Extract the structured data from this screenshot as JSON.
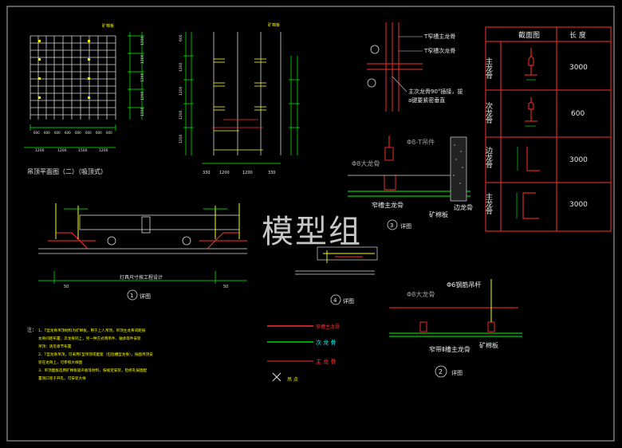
{
  "watermark": "模型组",
  "plan": {
    "title": "吊顶平面图（二）（吸顶式）",
    "top_label": "矿棉板",
    "dims": [
      "600",
      "600",
      "600",
      "600",
      "600",
      "600",
      "600",
      "600"
    ],
    "bottom_dims": [
      "1200",
      "1200",
      "1500",
      "1200"
    ],
    "side_dims": [
      "1200",
      "1200",
      "1200",
      "1200",
      "1200"
    ]
  },
  "elev": {
    "top_label": "矿棉板",
    "side_dims": [
      "600",
      "1200",
      "1200",
      "1200",
      "1200"
    ],
    "bottom_dims": [
      "330",
      "1200",
      "1200",
      "330"
    ]
  },
  "joint": {
    "labels": [
      "T窄槽主龙骨",
      "T窄槽次龙骨",
      "主次龙骨90°插接，拔",
      "a键要紧密垂直"
    ]
  },
  "table": {
    "headers": [
      "截面图",
      "长  度"
    ],
    "rows": [
      {
        "name": "主龙骨",
        "length": "3000"
      },
      {
        "name": "次龙骨",
        "length": "600"
      },
      {
        "name": "边龙骨",
        "length": "3000"
      },
      {
        "name": "主龙骨",
        "length": "3000"
      }
    ]
  },
  "detail3": {
    "labels": [
      "Φ8-T吊件",
      "Φ8大龙骨",
      "窄槽主龙骨",
      "矿棉板",
      "边龙骨"
    ],
    "num": "3",
    "caption": "详图"
  },
  "detail1": {
    "num": "1",
    "caption": "详图",
    "note": "灯具尺寸按工程设计",
    "dims": [
      "50",
      "50"
    ]
  },
  "detail4": {
    "num": "4",
    "caption": "详图"
  },
  "detail2": {
    "labels": [
      "Φ8大龙骨",
      "Φ6钢筋吊杆",
      "窄带Ⅱ槽主龙骨",
      "矿棉板"
    ],
    "num": "2",
    "caption": "详图"
  },
  "legend": {
    "items": [
      "窄槽主龙骨",
      "次  龙  骨",
      "主  龙  骨",
      "吊  点"
    ]
  },
  "notes": {
    "title": "注：",
    "lines": [
      "1、T型龙骨吊顶材料为矿棉板，用于上人吊顶，吊顶主龙骨间距按",
      "   龙骨间距布置，次龙骨同上，另一种方式用吊件、轴承等件安装",
      "   吊顶：请见章节布置",
      "2、T型龙骨吊顶，可采用Γ型吊顶或配套（包括槽型龙骨），按图吊顶安",
      "   装在龙骨上，可参照大样图",
      "3、吊顶面板选用矿棉板吸声板等材料，按规定安装，检修孔按图配",
      "   置洞口等于开孔，可安装大样"
    ]
  }
}
